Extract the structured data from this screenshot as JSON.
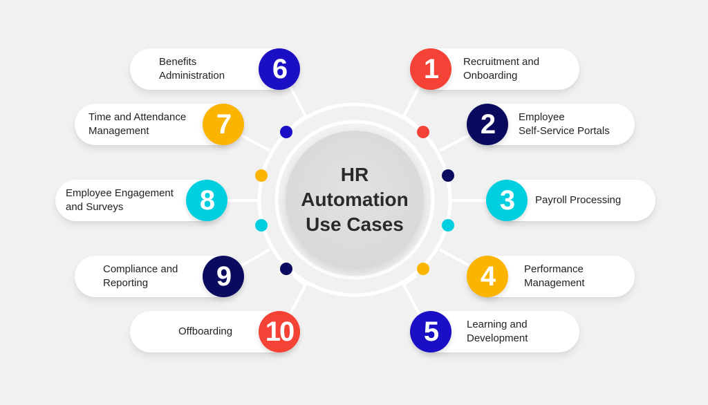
{
  "title": "HR\nAutomation\nUse Cases",
  "colors": {
    "background": "#f1f1f1",
    "red": "#f44336",
    "navy": "#0a0a5e",
    "cyan": "#00cfe0",
    "amber": "#fbb400",
    "blue": "#1a0fc4",
    "connector": "#ffffff",
    "center_disc": "#d9d9d9"
  },
  "items": [
    {
      "number": "1",
      "label": "Recruitment and\nOnboarding",
      "color": "#f44336",
      "side": "right"
    },
    {
      "number": "2",
      "label": "Employee\nSelf-Service Portals",
      "color": "#0a0a5e",
      "side": "right"
    },
    {
      "number": "3",
      "label": "Payroll Processing",
      "color": "#00cfe0",
      "side": "right"
    },
    {
      "number": "4",
      "label": "Performance\nManagement",
      "color": "#fbb400",
      "side": "right"
    },
    {
      "number": "5",
      "label": "Learning and\nDevelopment",
      "color": "#1a0fc4",
      "side": "right"
    },
    {
      "number": "6",
      "label": "Benefits\nAdministration",
      "color": "#1a0fc4",
      "side": "left"
    },
    {
      "number": "7",
      "label": "Time and Attendance\nManagement",
      "color": "#fbb400",
      "side": "left"
    },
    {
      "number": "8",
      "label": "Employee Engagement\nand Surveys",
      "color": "#00cfe0",
      "side": "left"
    },
    {
      "number": "9",
      "label": "Compliance and\nReporting",
      "color": "#0a0a5e",
      "side": "left"
    },
    {
      "number": "10",
      "label": "Offboarding",
      "color": "#f44336",
      "side": "left"
    }
  ],
  "ring_dots": [
    {
      "position": "upper-left",
      "color": "#1a0fc4"
    },
    {
      "position": "upper-right",
      "color": "#f44336"
    },
    {
      "position": "mid-upper-left",
      "color": "#fbb400"
    },
    {
      "position": "mid-upper-right",
      "color": "#0a0a5e"
    },
    {
      "position": "mid-lower-left",
      "color": "#00cfe0"
    },
    {
      "position": "mid-lower-right",
      "color": "#00cfe0"
    },
    {
      "position": "lower-left",
      "color": "#0a0a5e"
    },
    {
      "position": "lower-right",
      "color": "#fbb400"
    }
  ]
}
